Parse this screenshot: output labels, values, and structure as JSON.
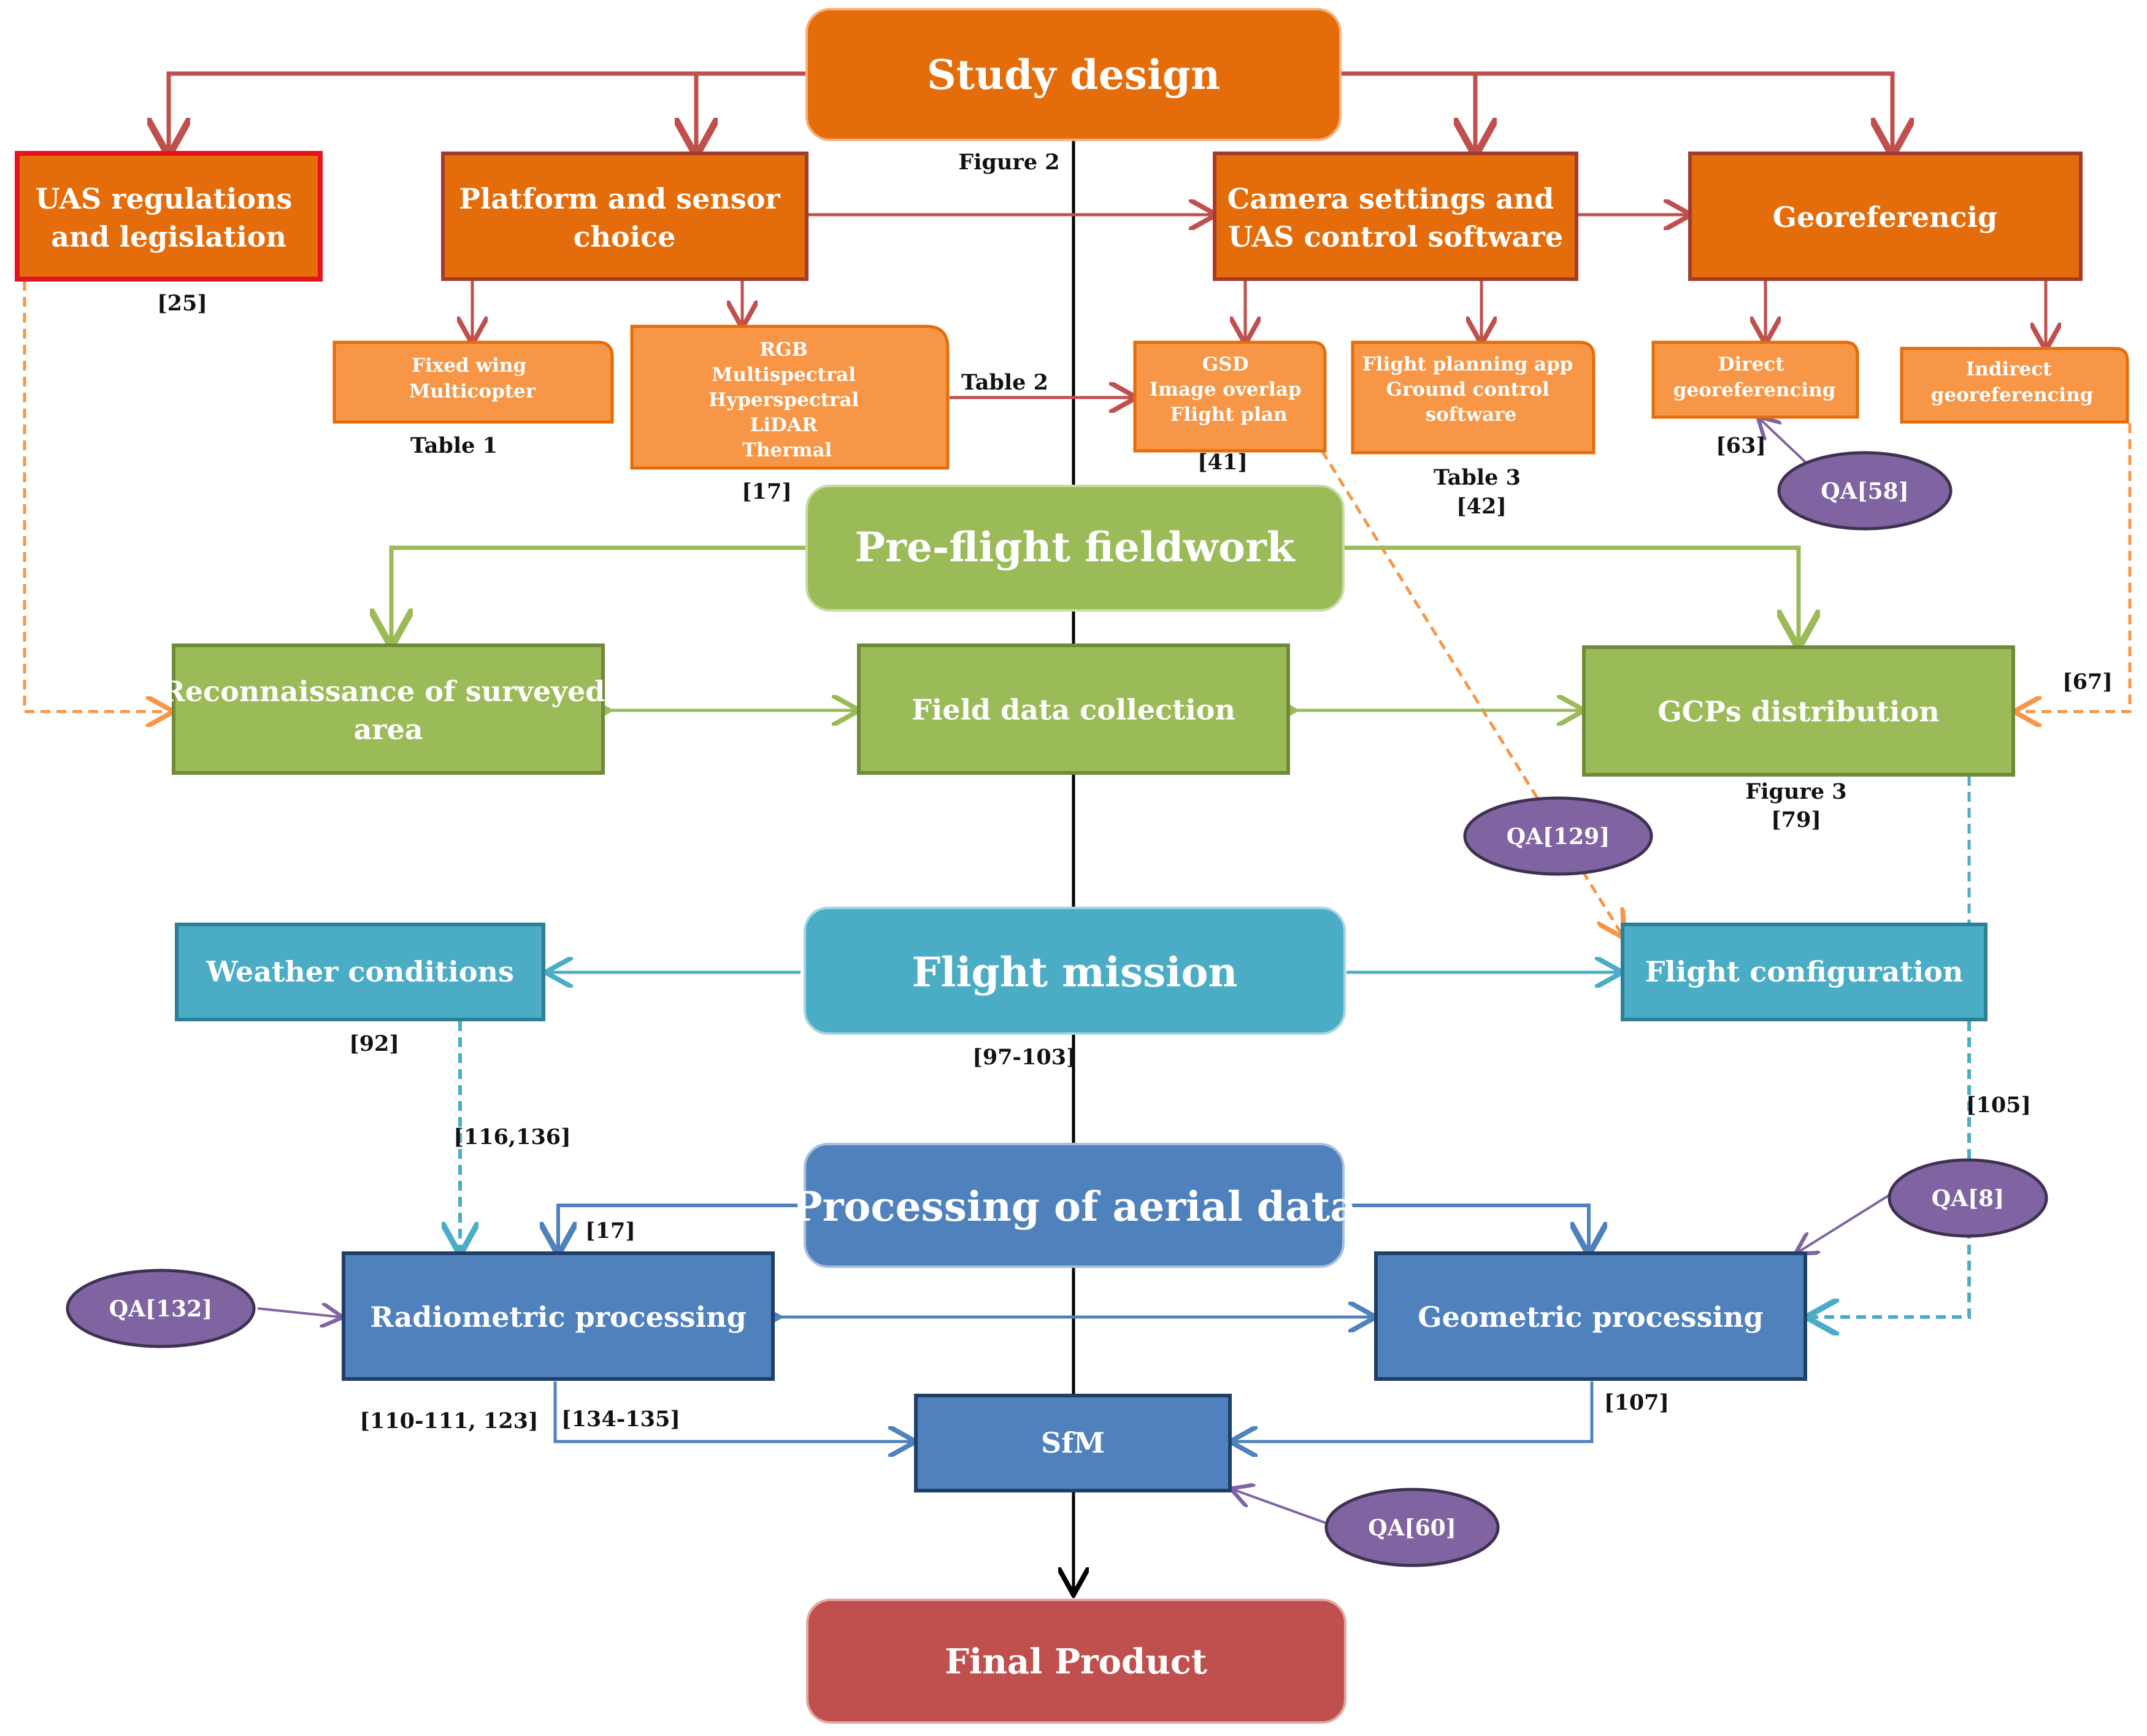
{
  "colors": {
    "orange_dark": "#E46C0A",
    "orange_light": "#F79646",
    "red_border": "#C0504D",
    "green": "#9BBB59",
    "teal": "#4BACC6",
    "blue": "#4F81BD",
    "red_final": "#C0504D",
    "purple": "#8064A2"
  },
  "nodes": {
    "study_design": "Study design",
    "uas_regulations": [
      "UAS regulations",
      "and legislation"
    ],
    "platform_sensor": [
      "Platform and sensor",
      "choice"
    ],
    "camera_settings": [
      "Camera settings and",
      "UAS control software"
    ],
    "georeferencing": "Georeferencig",
    "fixed_wing": [
      "Fixed wing",
      "Multicopter"
    ],
    "sensors": [
      "RGB",
      "Multispectral",
      "Hyperspectral",
      "LiDAR",
      "Thermal"
    ],
    "gsd": [
      "GSD",
      "Image overlap",
      "Flight plan"
    ],
    "flight_planning": [
      "Flight planning app",
      "Ground control",
      "software"
    ],
    "direct_geo": [
      "Direct",
      "georeferencing"
    ],
    "indirect_geo": [
      "Indirect",
      "georeferencing"
    ],
    "pre_flight": "Pre-flight fieldwork",
    "reconnaissance": [
      "Reconnaissance of surveyed",
      "area"
    ],
    "field_data": "Field data collection",
    "gcps": "GCPs distribution",
    "flight_mission": "Flight mission",
    "weather": "Weather conditions",
    "flight_config": "Flight configuration",
    "processing": "Processing of aerial data",
    "radiometric": "Radiometric processing",
    "geometric": "Geometric processing",
    "sfm": "SfM",
    "final_product": "Final Product"
  },
  "qa_ellipses": {
    "qa58": "QA[58]",
    "qa129": "QA[129]",
    "qa132": "QA[132]",
    "qa8": "QA[8]",
    "qa60": "QA[60]"
  },
  "labels": {
    "figure2": "Figure 2",
    "ref25": "[25]",
    "table1": "Table 1",
    "ref17_top": "[17]",
    "table2": "Table 2",
    "ref41": "[41]",
    "table3": "Table 3",
    "ref42": "[42]",
    "ref63": "[63]",
    "ref67": "[67]",
    "figure3": "Figure 3",
    "ref79": "[79]",
    "ref92": "[92]",
    "ref97_103": "[97-103]",
    "ref116_136": "[116,136]",
    "ref105": "[105]",
    "ref17_bottom": "[17]",
    "ref110_111_123": "[110-111, 123]",
    "ref134_135": "[134-135]",
    "ref107": "[107]"
  }
}
